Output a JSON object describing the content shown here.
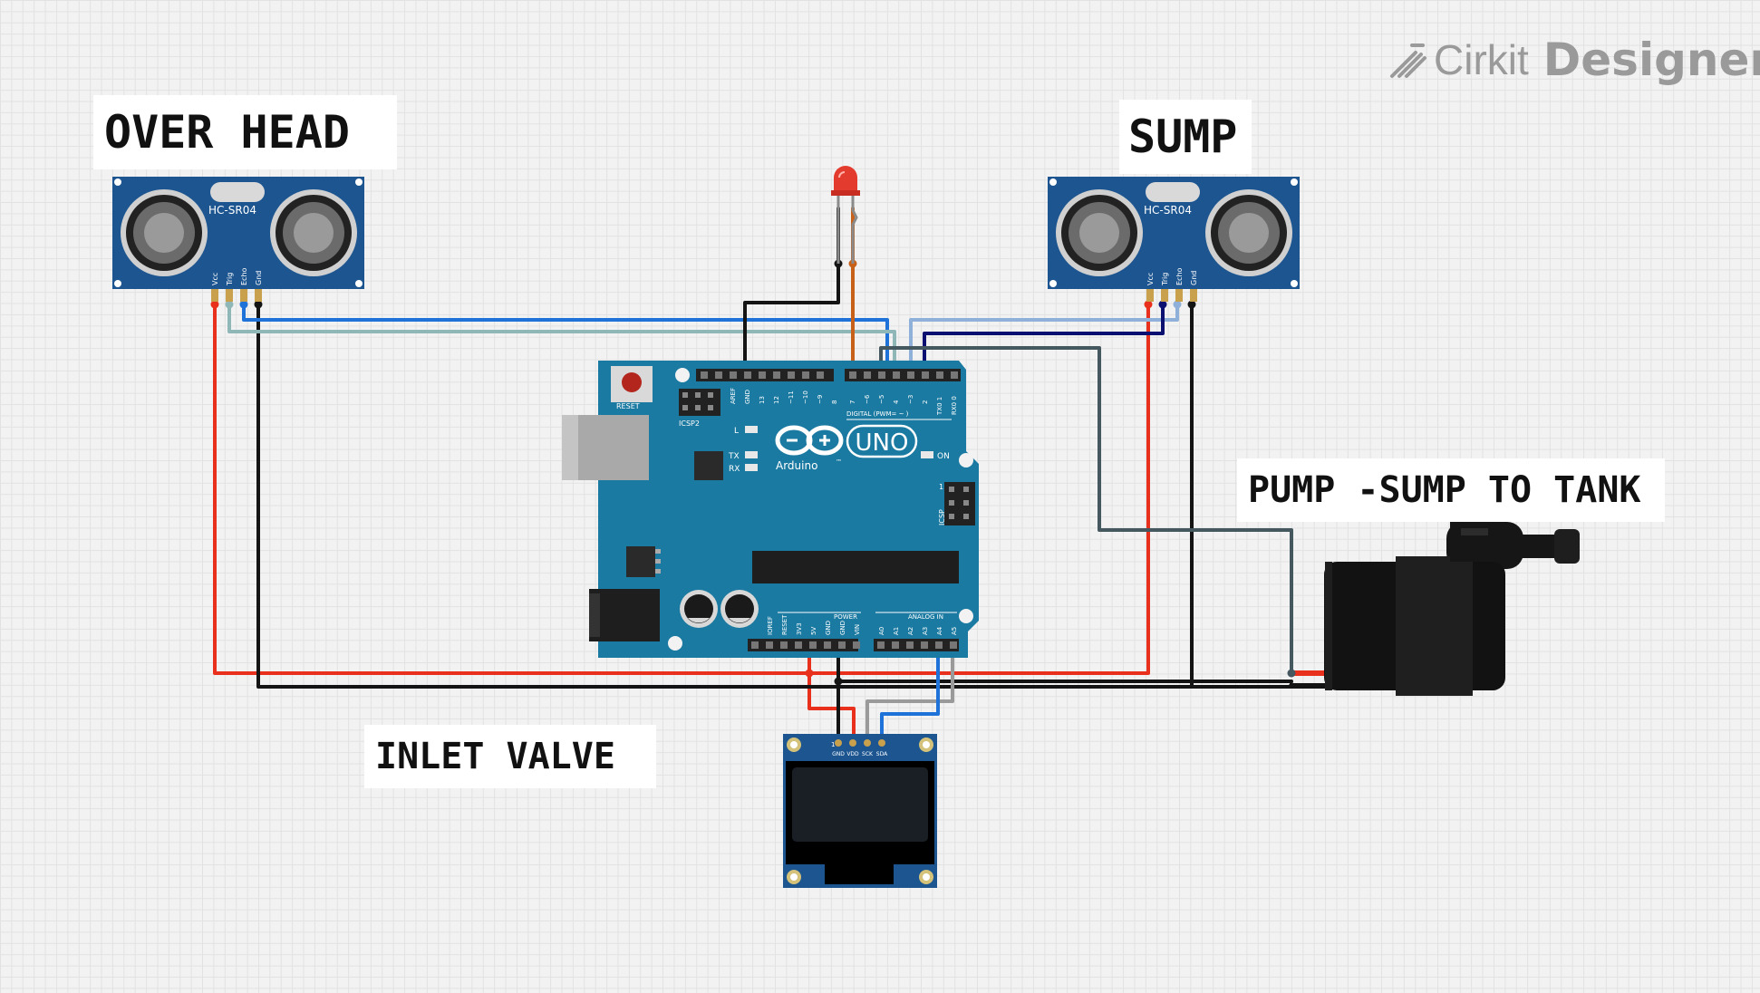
{
  "brand": {
    "name_part1": "Cirkit",
    "name_part2": "Designer",
    "logo_icon": "pencil-lines-icon"
  },
  "labels": {
    "over_head": "OVER HEAD",
    "sump": "SUMP",
    "pump": "PUMP -SUMP TO TANK",
    "inlet_valve": "INLET VALVE"
  },
  "sensors": {
    "model": "HC-SR04",
    "pins": [
      "Vcc",
      "Trig",
      "Echo",
      "Gnd"
    ]
  },
  "arduino": {
    "brand": "Arduino",
    "model": "UNO",
    "tm": "™",
    "reset": "RESET",
    "icsp2": "ICSP2",
    "icsp": "ICSP",
    "icsp_pin1": "1",
    "led_l": "L",
    "led_tx": "TX",
    "led_rx": "RX",
    "led_on": "ON",
    "digital_header": "DIGITAL (PWM= ~ )",
    "power_header": "POWER",
    "analog_header": "ANALOG IN",
    "top_pins": [
      "AREF",
      "GND",
      "13",
      "12",
      "~11",
      "~10",
      "~9",
      "8",
      "7",
      "~6",
      "~5",
      "4",
      "~3",
      "2",
      "TX0 1",
      "RX0 0"
    ],
    "power_pins": [
      "IOREF",
      "RESET",
      "3V3",
      "5V",
      "GND",
      "GND",
      "VIN"
    ],
    "analog_pins": [
      "A0",
      "A1",
      "A2",
      "A3",
      "A4",
      "A5"
    ]
  },
  "oled": {
    "pin_numbers": "1",
    "pins": [
      "GND",
      "VDD",
      "SCK",
      "SDA"
    ]
  },
  "colors": {
    "board_blue": "#1b7aa1",
    "sensor_blue": "#1c5590",
    "wire_red": "#e8301c",
    "wire_black": "#141414",
    "wire_blue": "#1f72d8",
    "wire_lightblue": "#8fb7b8",
    "wire_navy": "#0a0f70",
    "wire_slate": "#45575f",
    "wire_gray": "#9a9a9a",
    "wire_orange": "#c7611a",
    "led_red": "#e33b2d"
  }
}
